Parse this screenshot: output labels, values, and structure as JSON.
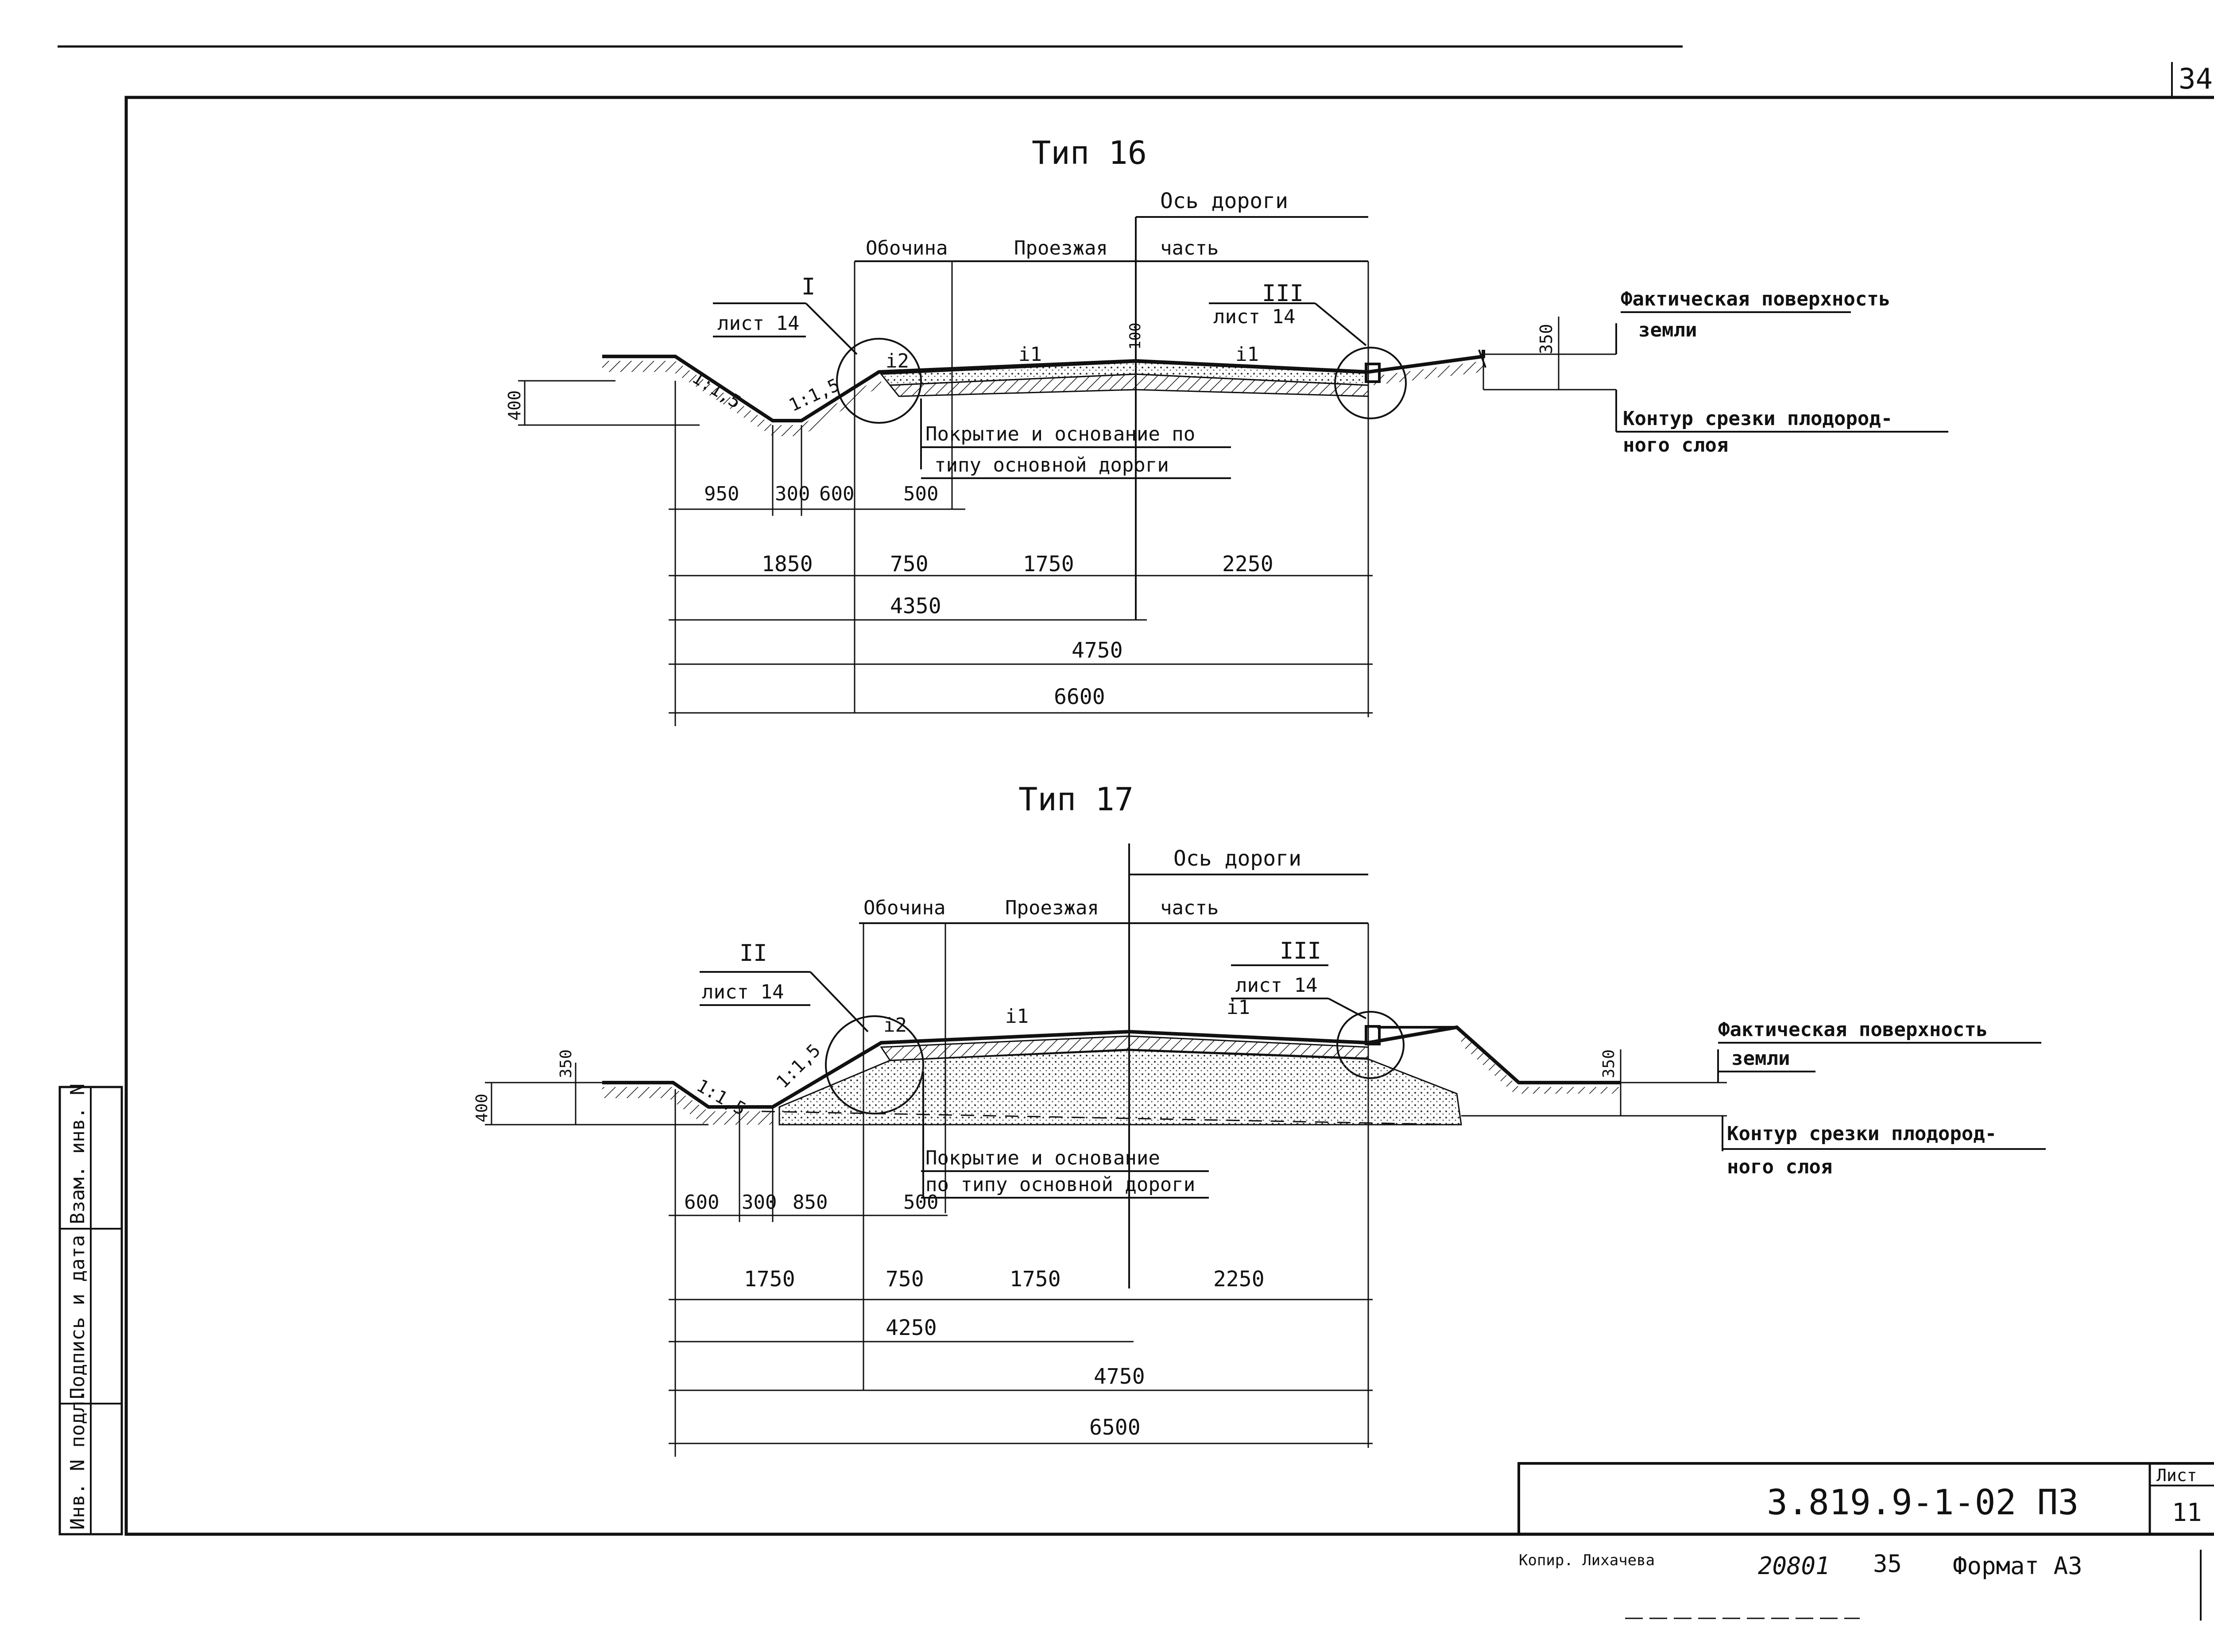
{
  "sheet_number_top": "34",
  "type16": {
    "title": "Тип 16",
    "axis_label": "Ось дороги",
    "shoulder": "Обочина",
    "carriageway_1": "Проезжая",
    "carriageway_2": "часть",
    "callout_left_num": "I",
    "callout_left_sheet": "лист 14",
    "callout_right_num": "III",
    "callout_right_sheet": "лист 14",
    "slope_1": "1:1,5",
    "slope_2": "1:1,5",
    "slope_i2": "i2",
    "slope_i1_left": "i1",
    "slope_i1_right": "i1",
    "dim_100": "100",
    "dim_400": "400",
    "dim_350": "350",
    "surface_1": "Фактическая поверхность",
    "surface_2": "земли",
    "contour_1": "Контур срезки плодород-",
    "contour_2": "ного слоя",
    "coating_1": "Покрытие и основание по",
    "coating_2": "типу основной дороги",
    "dims_row1": [
      "950",
      "300",
      "600",
      "500"
    ],
    "dims_row2": [
      "1850",
      "750",
      "1750",
      "2250"
    ],
    "dim_total_a": "4350",
    "dim_total_b": "4750",
    "dim_total_c": "6600"
  },
  "type17": {
    "title": "Тип 17",
    "axis_label": "Ось дороги",
    "shoulder": "Обочина",
    "carriageway_1": "Проезжая",
    "carriageway_2": "часть",
    "callout_left_num": "II",
    "callout_left_sheet": "лист 14",
    "callout_right_num": "III",
    "callout_right_sheet": "лист 14",
    "slope_1": "1:1,5",
    "slope_2": "1:1,5",
    "slope_i2": "i2",
    "slope_i1_left": "i1",
    "slope_i1_right": "i1",
    "dim_400": "400",
    "dim_350_left": "350",
    "dim_350_right": "350",
    "surface_1": "Фактическая поверхность",
    "surface_2": "земли",
    "contour_1": "Контур срезки плодород-",
    "contour_2": "ного слоя",
    "coating_1": "Покрытие и основание",
    "coating_2": "по типу основной дороги",
    "dims_row1": [
      "600",
      "300",
      "850",
      "500"
    ],
    "dims_row2": [
      "1750",
      "750",
      "1750",
      "2250"
    ],
    "dim_total_a": "4250",
    "dim_total_b": "4750",
    "dim_total_c": "6500"
  },
  "side_stamp": [
    "Инв. N подл.",
    "Подпись и дата",
    "Взам. инв. N"
  ],
  "title_block": {
    "code": "3.819.9-1-02 ПЗ",
    "sheet_label": "Лист",
    "sheet_value": "11"
  },
  "footer": {
    "copied_by": "Копир. Лихачева",
    "order_no": "20801",
    "copy_no": "35",
    "format": "Формат А3"
  }
}
